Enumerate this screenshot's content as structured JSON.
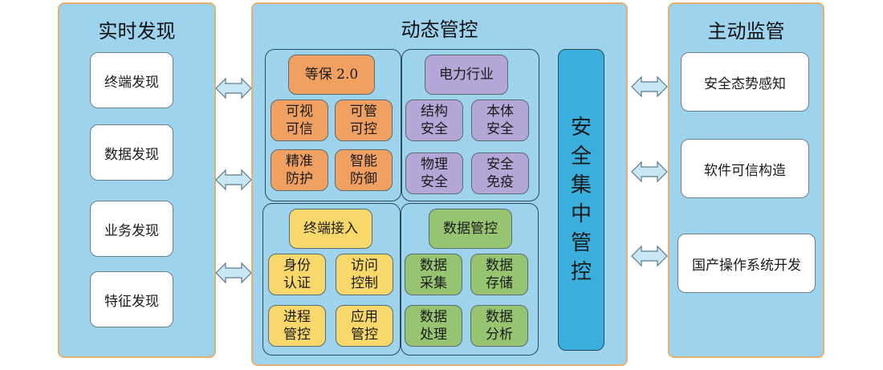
{
  "left_panel": {
    "title": "实时发现",
    "items": [
      "终端发现",
      "数据发现",
      "业务发现",
      "特征发现"
    ]
  },
  "center_panel": {
    "title": "动态管控",
    "groups": {
      "dengbao": {
        "header": "等保 2.0",
        "tiles": [
          "可视\n可信",
          "可管\n可控",
          "精准\n防护",
          "智能\n防御"
        ]
      },
      "power": {
        "header": "电力行业",
        "tiles": [
          "结构\n安全",
          "本体\n安全",
          "物理\n安全",
          "安全\n免疫"
        ]
      },
      "terminal": {
        "header": "终端接入",
        "tiles": [
          "身份\n认证",
          "访问\n控制",
          "进程\n管控",
          "应用\n管控"
        ]
      },
      "data": {
        "header": "数据管控",
        "tiles": [
          "数据\n采集",
          "数据\n存储",
          "数据\n处理",
          "数据\n分析"
        ]
      }
    },
    "central_bar": "安全集中管控"
  },
  "right_panel": {
    "title": "主动监管",
    "items": [
      "安全态势感知",
      "软件可信构造",
      "国产操作系统开发"
    ]
  },
  "colors": {
    "panel_fill": "#9dd3ec",
    "panel_border": "#e8b070",
    "orange": "#f0a060",
    "purple": "#b4a6d6",
    "yellow": "#f8d86a",
    "green": "#96c470",
    "central_bar": "#3aaedc"
  }
}
